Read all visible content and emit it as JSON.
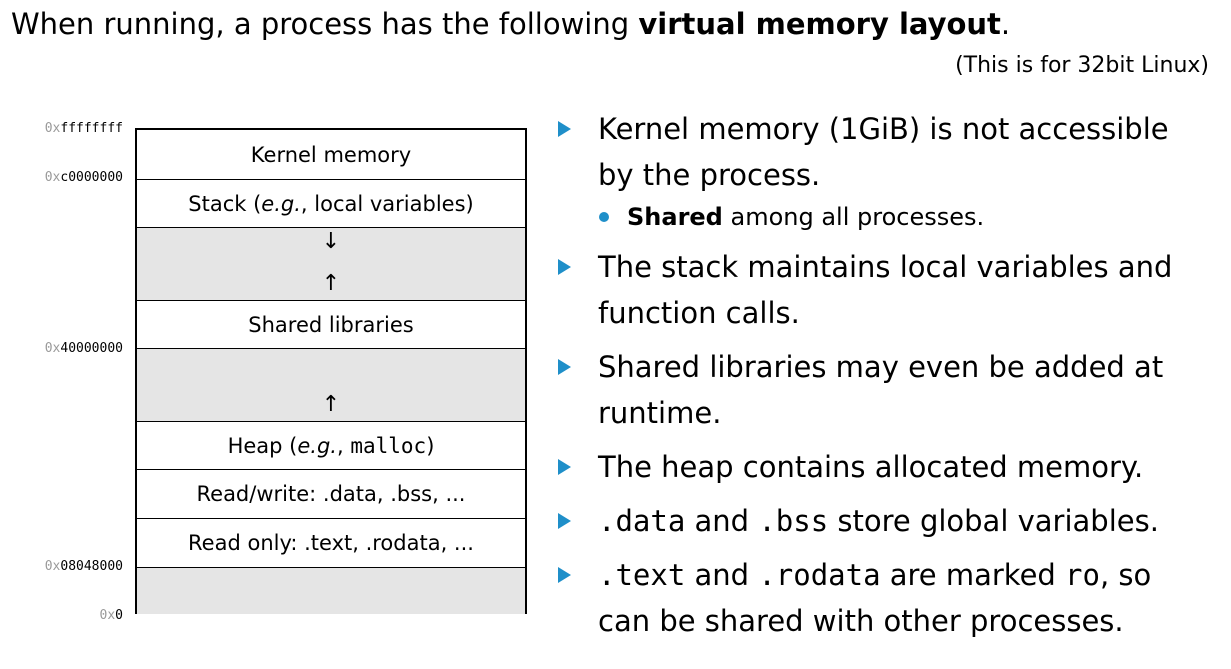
{
  "heading": {
    "pre": "When running, a process has the following ",
    "bold": "virtual memory layout",
    "post": "."
  },
  "note": "(This is for 32bit Linux)",
  "addresses": [
    {
      "prefix": "0x",
      "value": "ffffffff"
    },
    {
      "prefix": "0x",
      "value": "c0000000"
    },
    {
      "prefix": "0x",
      "value": "40000000"
    },
    {
      "prefix": "0x",
      "value": "08048000"
    },
    {
      "prefix": "0x",
      "value": "0"
    }
  ],
  "segments": {
    "kernel": "Kernel memory",
    "stack_pre": "Stack (",
    "stack_em": "e.g.",
    "stack_post": ", local variables)",
    "shared": "Shared libraries",
    "heap_pre": "Heap (",
    "heap_em": "e.g.",
    "heap_mid": ", ",
    "heap_code": "malloc",
    "heap_post": ")",
    "readwrite": "Read/write: .data, .bss, ...",
    "readonly": "Read only: .text, .rodata, ..."
  },
  "arrows": {
    "down": "↓",
    "up": "↑"
  },
  "bullets": {
    "b1_line1": "Kernel memory (1GiB) is not accessible",
    "b1_line2": "by the process.",
    "b1_sub_bold": "Shared",
    "b1_sub_rest": " among all processes.",
    "b2_line1": "The stack maintains local variables and",
    "b2_line2": "function calls.",
    "b3_line1": "Shared libraries may even be added at",
    "b3_line2": "runtime.",
    "b4_line1": "The heap contains allocated memory.",
    "b5_code1": ".data",
    "b5_mid": " and ",
    "b5_code2": ".bss",
    "b5_rest": " store global variables.",
    "b6_code1": ".text",
    "b6_mid": " and ",
    "b6_code2": ".rodata",
    "b6_mid2": " are marked ",
    "b6_code3": "ro",
    "b6_rest": ", so",
    "b6_line2": "can be shared with other processes."
  },
  "colors": {
    "accent": "#1f8fc9",
    "gap_fill": "#e5e5e5",
    "address_prefix": "#9a9a9a"
  }
}
